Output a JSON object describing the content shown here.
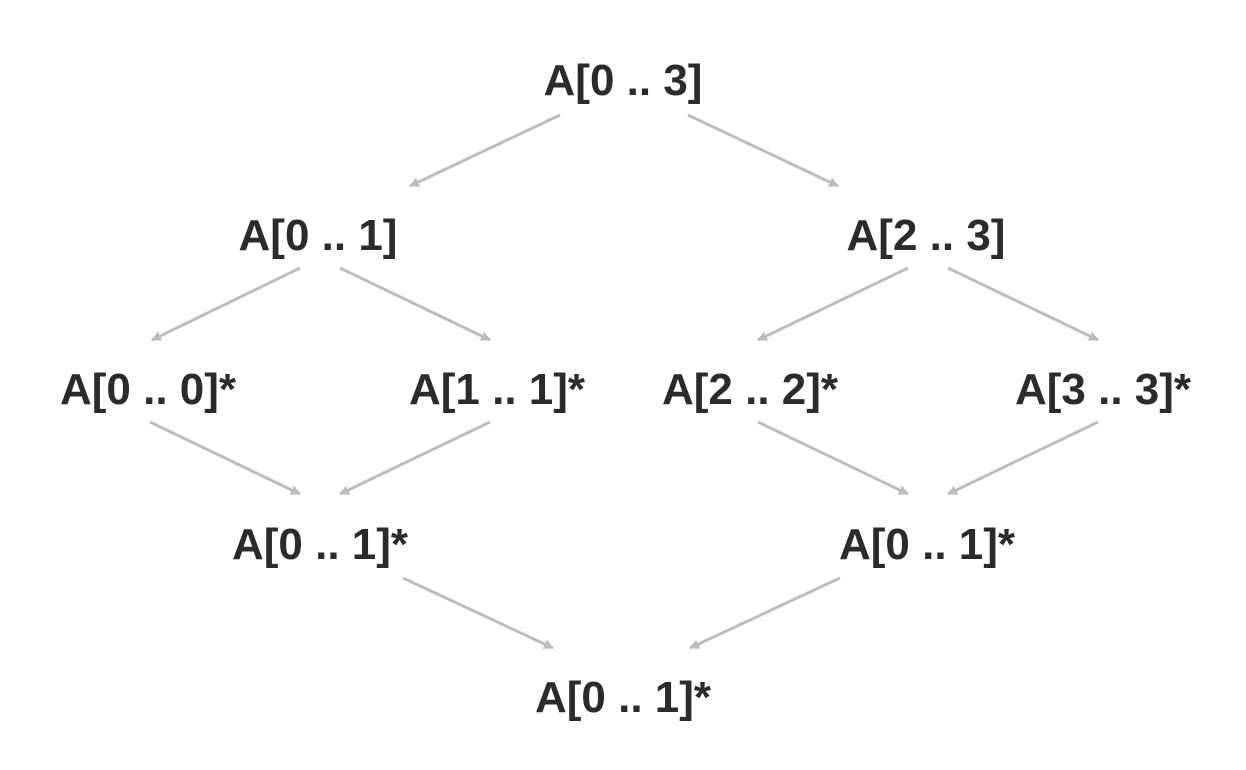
{
  "diagram": {
    "edge_color": "#bdbdbd",
    "text_color": "#2b2b2b",
    "background": "#ffffff",
    "nodes": {
      "root": "A[0 .. 3]",
      "left_half": "A[0 .. 1]",
      "right_half": "A[2 .. 3]",
      "leaf_0": "A[0 .. 0]*",
      "leaf_1": "A[1 .. 1]*",
      "leaf_2": "A[2 .. 2]*",
      "leaf_3": "A[3 .. 3]*",
      "merge_left": "A[0 .. 1]*",
      "merge_right": "A[0 .. 1]*",
      "merge_final": "A[0 .. 1]*"
    },
    "edges": [
      {
        "from": "root",
        "to": "left_half"
      },
      {
        "from": "root",
        "to": "right_half"
      },
      {
        "from": "left_half",
        "to": "leaf_0"
      },
      {
        "from": "left_half",
        "to": "leaf_1"
      },
      {
        "from": "right_half",
        "to": "leaf_2"
      },
      {
        "from": "right_half",
        "to": "leaf_3"
      },
      {
        "from": "leaf_0",
        "to": "merge_left"
      },
      {
        "from": "leaf_1",
        "to": "merge_left"
      },
      {
        "from": "leaf_2",
        "to": "merge_right"
      },
      {
        "from": "leaf_3",
        "to": "merge_right"
      },
      {
        "from": "merge_left",
        "to": "merge_final"
      },
      {
        "from": "merge_right",
        "to": "merge_final"
      }
    ]
  }
}
